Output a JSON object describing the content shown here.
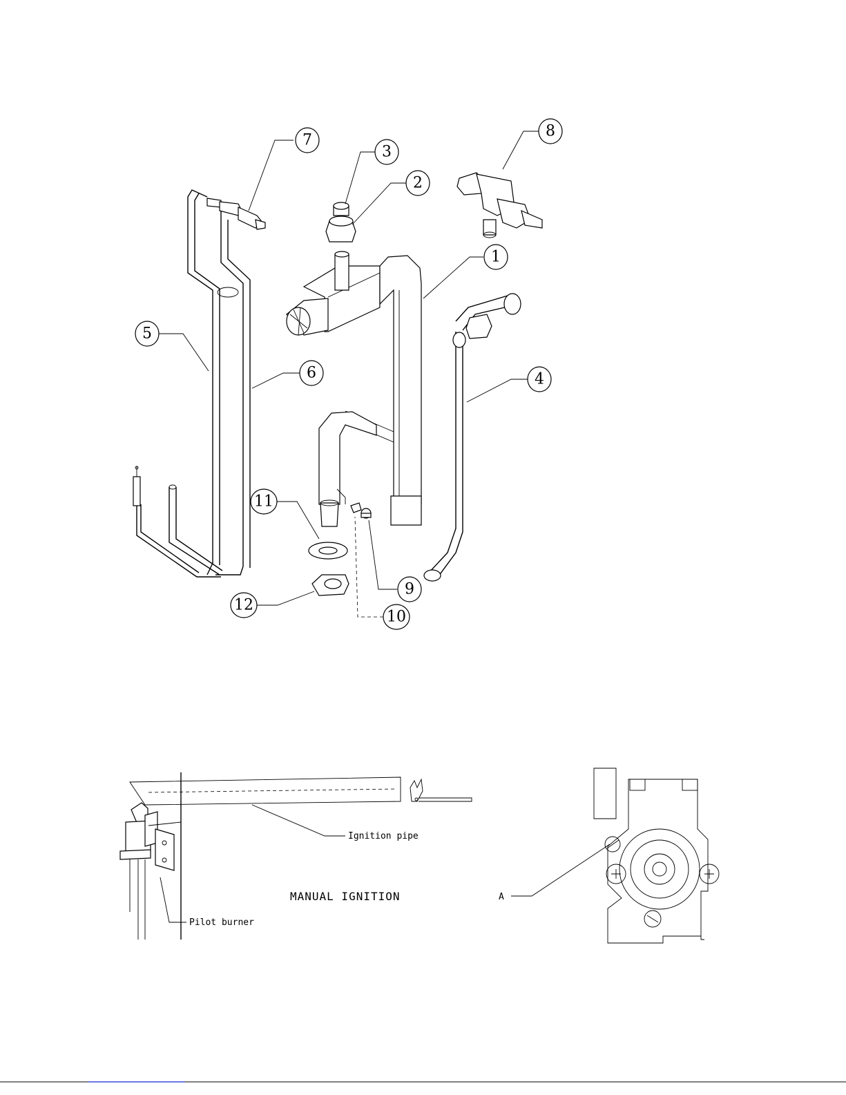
{
  "callouts": {
    "c1": "1",
    "c2": "2",
    "c3": "3",
    "c4": "4",
    "c5": "5",
    "c6": "6",
    "c7": "7",
    "c8": "8",
    "c9": "9",
    "c10": "10",
    "c11": "11",
    "c12": "12"
  },
  "labels": {
    "ignition_pipe": "Ignition pipe",
    "pilot_burner": "Pilot burner",
    "manual_ignition": "MANUAL IGNITION",
    "point_a": "A"
  }
}
